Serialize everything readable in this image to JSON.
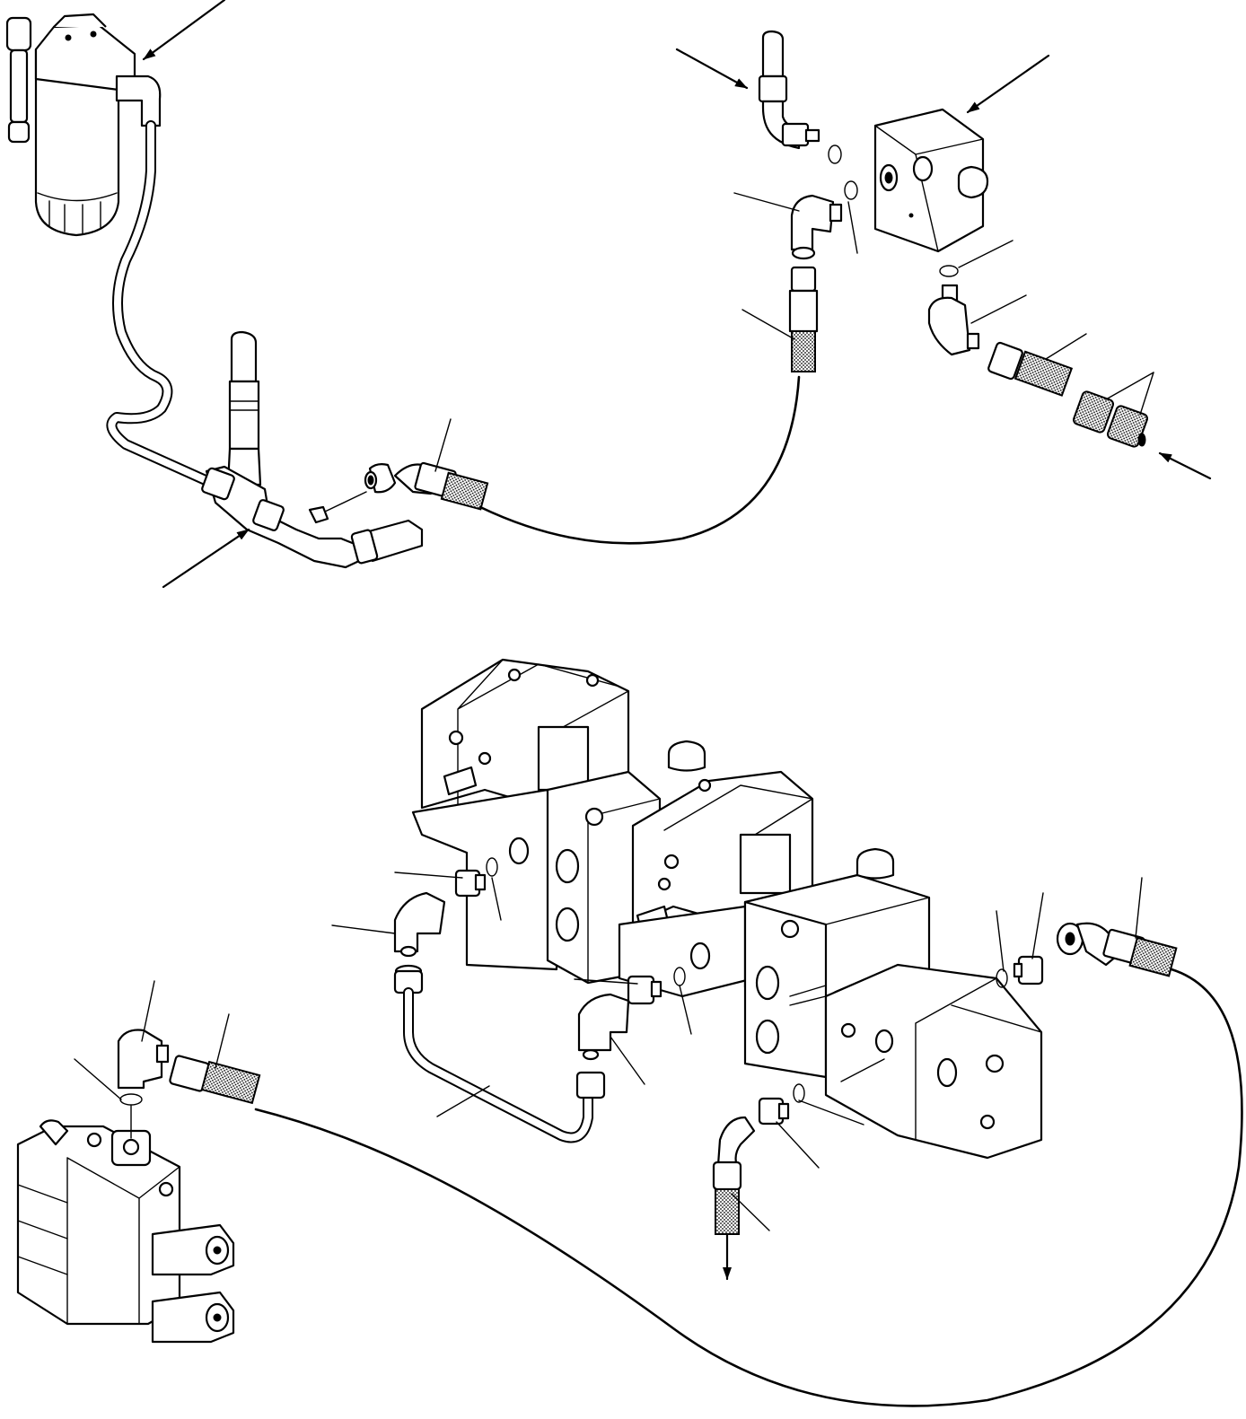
{
  "diagram": {
    "colors": {
      "line": "#000000",
      "background": "#ffffff"
    },
    "arrows": [
      {
        "id": "filter-arrow"
      },
      {
        "id": "tee-arrow"
      },
      {
        "id": "top-hose-arrow"
      },
      {
        "id": "block-arrow"
      },
      {
        "id": "inlet-arrow"
      },
      {
        "id": "drain-arrow"
      }
    ],
    "leaders": [
      {
        "id": "leader-1"
      },
      {
        "id": "leader-2"
      },
      {
        "id": "leader-3"
      },
      {
        "id": "leader-4"
      },
      {
        "id": "leader-5"
      },
      {
        "id": "leader-6"
      },
      {
        "id": "leader-7"
      },
      {
        "id": "leader-8"
      },
      {
        "id": "leader-9"
      },
      {
        "id": "leader-10"
      },
      {
        "id": "leader-11"
      },
      {
        "id": "leader-12"
      },
      {
        "id": "leader-13"
      },
      {
        "id": "leader-14"
      },
      {
        "id": "leader-15"
      },
      {
        "id": "leader-16"
      },
      {
        "id": "leader-17"
      },
      {
        "id": "leader-18"
      },
      {
        "id": "leader-19"
      },
      {
        "id": "leader-20"
      },
      {
        "id": "leader-21"
      },
      {
        "id": "leader-22"
      },
      {
        "id": "leader-23"
      },
      {
        "id": "leader-24"
      }
    ]
  }
}
